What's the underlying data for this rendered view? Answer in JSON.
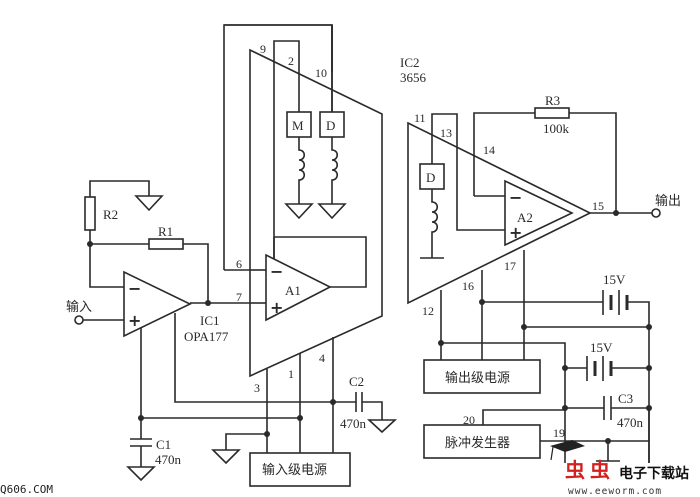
{
  "diagram": {
    "type": "circuit-schematic",
    "components": {
      "ic1": {
        "name": "IC1",
        "part": "OPA177"
      },
      "ic2": {
        "name": "IC2",
        "part": "3656"
      },
      "a1": "A1",
      "a2": "A2",
      "r1": "R1",
      "r2": "R2",
      "r3": {
        "name": "R3",
        "value": "100k"
      },
      "c1": {
        "name": "C1",
        "value": "470n"
      },
      "c2": {
        "name": "C2",
        "value": "470n"
      },
      "c3": {
        "name": "C3",
        "value": "470n"
      },
      "bat1": "15V",
      "bat2": "15V",
      "m_block": "M",
      "d_block1": "D",
      "d_block2": "D"
    },
    "io": {
      "input": "输入",
      "output": "输出"
    },
    "blocks": {
      "input_power": "输入级电源",
      "output_power": "输出级电源",
      "pulse_gen": "脉冲发生器"
    },
    "pins": {
      "p1": "1",
      "p2": "2",
      "p3": "3",
      "p4": "4",
      "p6": "6",
      "p7": "7",
      "p9": "9",
      "p10": "10",
      "p11": "11",
      "p12": "12",
      "p13": "13",
      "p14": "14",
      "p15": "15",
      "p16": "16",
      "p17": "17",
      "p19": "19",
      "p20": "20"
    },
    "opamp_signs": {
      "minus": "−",
      "plus": "+"
    }
  },
  "watermarks": {
    "left": "Q606.COM",
    "right_cn": "电子下载站",
    "right_url": "www.eeworm.com"
  }
}
